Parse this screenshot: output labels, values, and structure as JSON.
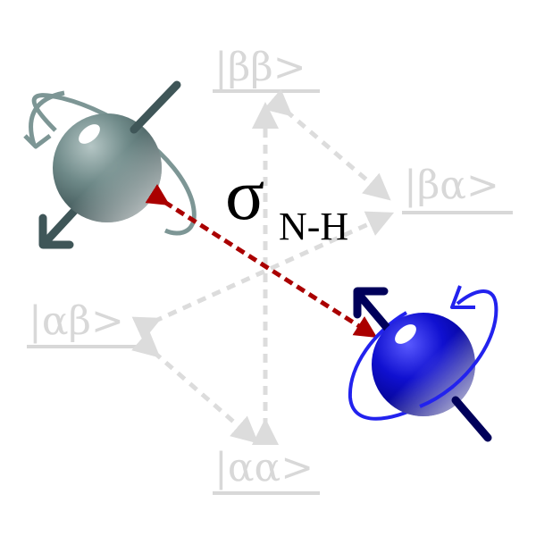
{
  "states": {
    "bb": "|ββ>",
    "ba": "|βα>",
    "ab": "|αβ>",
    "aa": "|αα>"
  },
  "label": {
    "symbol": "σ",
    "subscript": "N-H"
  },
  "colors": {
    "state_text": "#d8d8d8",
    "transition_arrows": "#dcdcdc",
    "cross_relaxation_arrow": "#aa0000",
    "nitrogen_spin": "#6f8a89",
    "proton_spin": "#1a1ad6"
  },
  "spins": [
    {
      "name": "N",
      "icon": "gray-spin-sphere"
    },
    {
      "name": "H",
      "icon": "blue-spin-sphere"
    }
  ]
}
